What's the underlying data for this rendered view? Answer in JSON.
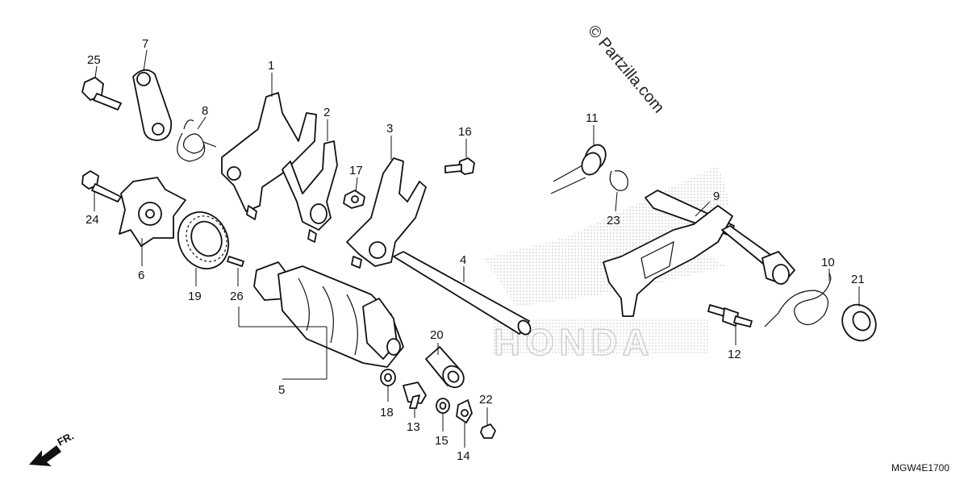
{
  "diagram": {
    "watermark": "© Partzilla.com",
    "brand_background": "HONDA",
    "diagram_code": "MGW4E1700",
    "direction_label": "FR.",
    "callouts": [
      {
        "id": "c1",
        "label": "1"
      },
      {
        "id": "c2",
        "label": "2"
      },
      {
        "id": "c3",
        "label": "3"
      },
      {
        "id": "c4",
        "label": "4"
      },
      {
        "id": "c5",
        "label": "5"
      },
      {
        "id": "c6",
        "label": "6"
      },
      {
        "id": "c7",
        "label": "7"
      },
      {
        "id": "c8",
        "label": "8"
      },
      {
        "id": "c9",
        "label": "9"
      },
      {
        "id": "c10",
        "label": "10"
      },
      {
        "id": "c11",
        "label": "11"
      },
      {
        "id": "c12",
        "label": "12"
      },
      {
        "id": "c13",
        "label": "13"
      },
      {
        "id": "c14",
        "label": "14"
      },
      {
        "id": "c15",
        "label": "15"
      },
      {
        "id": "c16",
        "label": "16"
      },
      {
        "id": "c17",
        "label": "17"
      },
      {
        "id": "c18",
        "label": "18"
      },
      {
        "id": "c19",
        "label": "19"
      },
      {
        "id": "c20",
        "label": "20"
      },
      {
        "id": "c21",
        "label": "21"
      },
      {
        "id": "c22",
        "label": "22"
      },
      {
        "id": "c23",
        "label": "23"
      },
      {
        "id": "c24",
        "label": "24"
      },
      {
        "id": "c25",
        "label": "25"
      },
      {
        "id": "c26",
        "label": "26"
      }
    ],
    "colors": {
      "line": "#111111",
      "background": "#ffffff",
      "brand_dots": "#c8c8c8"
    }
  }
}
